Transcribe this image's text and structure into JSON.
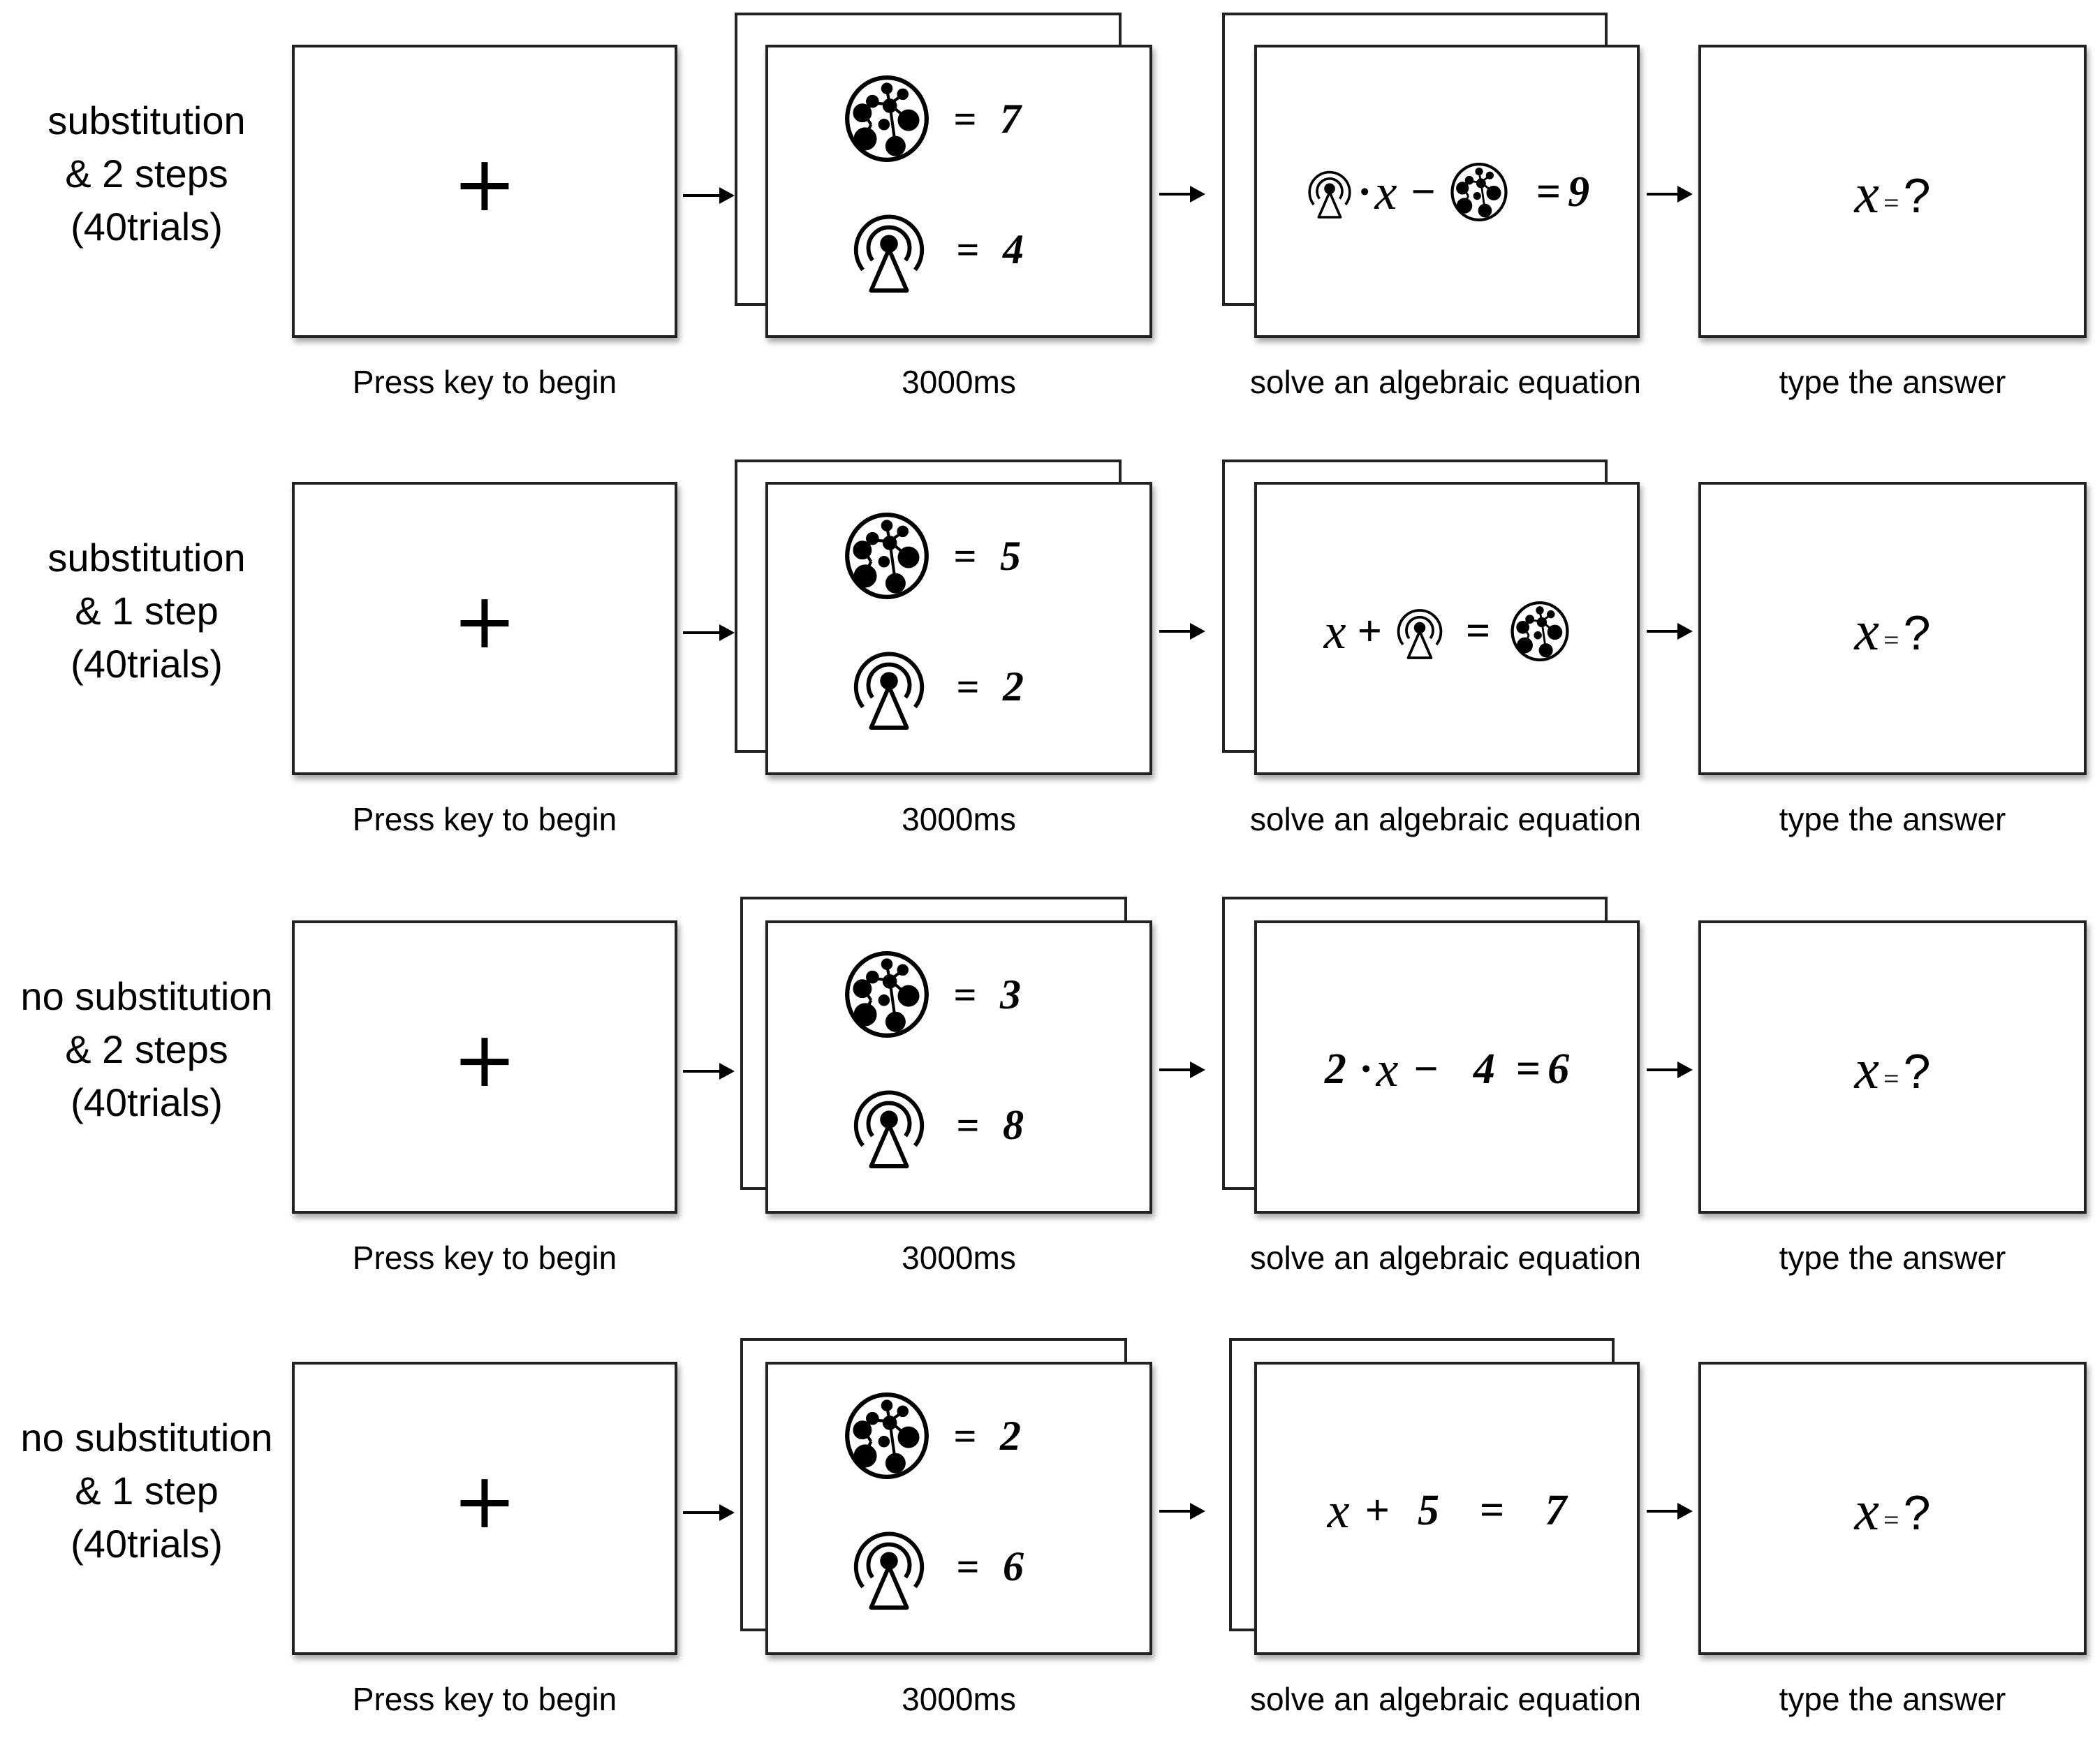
{
  "symbols": {
    "cluster": "cluster-symbol",
    "antenna": "antenna-symbol"
  },
  "captions": {
    "fixation": "Press key to begin",
    "study": "3000ms",
    "solve": "solve an algebraic equation",
    "answer": "type the answer"
  },
  "fixation_mark": "+",
  "answer_prompt": {
    "variable": "x",
    "equals": "=",
    "question": "?"
  },
  "rows": [
    {
      "condition": [
        "substitution",
        "& 2 steps",
        "(40trials)"
      ],
      "mapping": [
        {
          "symbol": "cluster",
          "equals": "=",
          "value": "7"
        },
        {
          "symbol": "antenna",
          "equals": "=",
          "value": "4"
        }
      ],
      "equation_text": "[antenna]·x − [cluster] = 9",
      "equation": {
        "t1": "·",
        "var": "x",
        "op": "−",
        "eq": "=",
        "rhs": "9"
      }
    },
    {
      "condition": [
        "substitution",
        "& 1 step",
        "(40trials)"
      ],
      "mapping": [
        {
          "symbol": "cluster",
          "equals": "=",
          "value": "5"
        },
        {
          "symbol": "antenna",
          "equals": "=",
          "value": "2"
        }
      ],
      "equation_text": "x + [antenna] = [cluster]",
      "equation": {
        "var": "x",
        "op": "+",
        "eq": "="
      }
    },
    {
      "condition": [
        "no substitution",
        "& 2 steps",
        "(40trials)"
      ],
      "mapping": [
        {
          "symbol": "cluster",
          "equals": "=",
          "value": "3"
        },
        {
          "symbol": "antenna",
          "equals": "=",
          "value": "8"
        }
      ],
      "equation_text": "2·x − 4 = 6",
      "equation": {
        "a": "2",
        "dot": "·",
        "var": "x",
        "op": "−",
        "b": "4",
        "eq": "=",
        "rhs": "6"
      }
    },
    {
      "condition": [
        "no substitution",
        "& 1 step",
        "(40trials)"
      ],
      "mapping": [
        {
          "symbol": "cluster",
          "equals": "=",
          "value": "2"
        },
        {
          "symbol": "antenna",
          "equals": "=",
          "value": "6"
        }
      ],
      "equation_text": "x + 5 = 7",
      "equation": {
        "var": "x",
        "op": "+",
        "b": "5",
        "eq": "=",
        "rhs": "7"
      }
    }
  ]
}
